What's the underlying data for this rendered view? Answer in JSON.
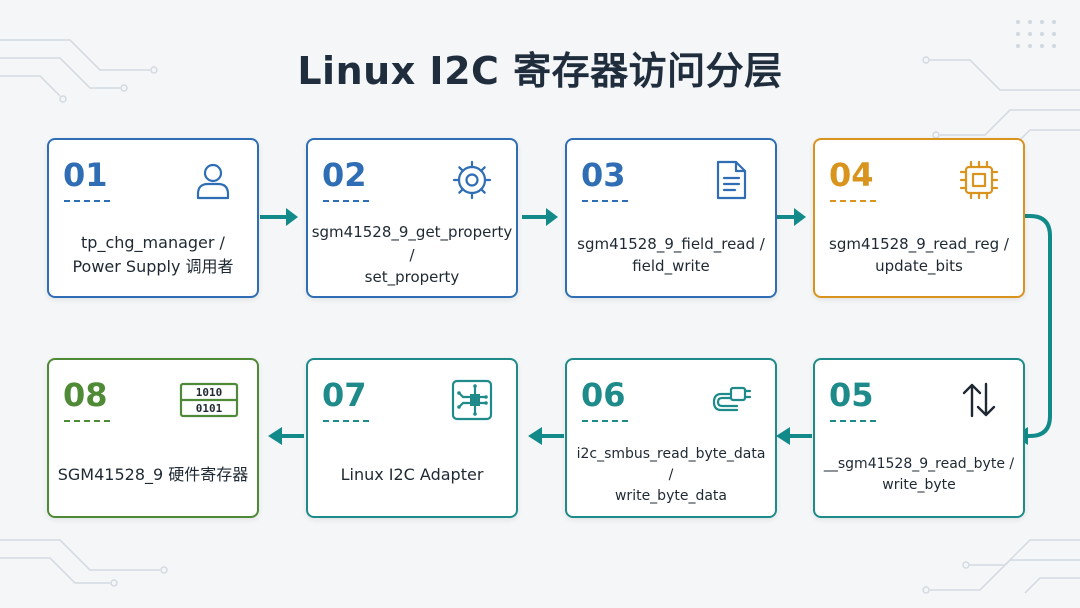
{
  "title": "Linux I2C 寄存器访问分层",
  "colors": {
    "blue": "#2f6eb5",
    "teal": "#1e8a8a",
    "orange": "#d9941e",
    "green": "#4f8a36",
    "arrow": "#138a8a",
    "text": "#1f2933",
    "title": "#1f2d3d"
  },
  "cards": [
    {
      "num": "01",
      "lines": [
        "tp_chg_manager /",
        "Power Supply 调用者"
      ],
      "icon": "user-icon",
      "color": "blue"
    },
    {
      "num": "02",
      "lines": [
        "sgm41528_9_get_property /",
        "set_property"
      ],
      "icon": "gear-icon",
      "color": "blue"
    },
    {
      "num": "03",
      "lines": [
        "sgm41528_9_field_read /",
        "field_write"
      ],
      "icon": "document-icon",
      "color": "blue"
    },
    {
      "num": "04",
      "lines": [
        "sgm41528_9_read_reg /",
        "update_bits"
      ],
      "icon": "chip-icon",
      "color": "orange"
    },
    {
      "num": "05",
      "lines": [
        "__sgm41528_9_read_byte /",
        "write_byte"
      ],
      "icon": "up-down-arrows-icon",
      "color": "teal"
    },
    {
      "num": "06",
      "lines": [
        "i2c_smbus_read_byte_data /",
        "write_byte_data"
      ],
      "icon": "connector-icon",
      "color": "teal"
    },
    {
      "num": "07",
      "lines": [
        "Linux I2C Adapter"
      ],
      "icon": "circuit-board-icon",
      "color": "teal"
    },
    {
      "num": "08",
      "lines": [
        "SGM41528_9 硬件寄存器"
      ],
      "icon": "binary-register-icon",
      "color": "green",
      "icon_text": [
        "1010",
        "0101"
      ]
    }
  ]
}
